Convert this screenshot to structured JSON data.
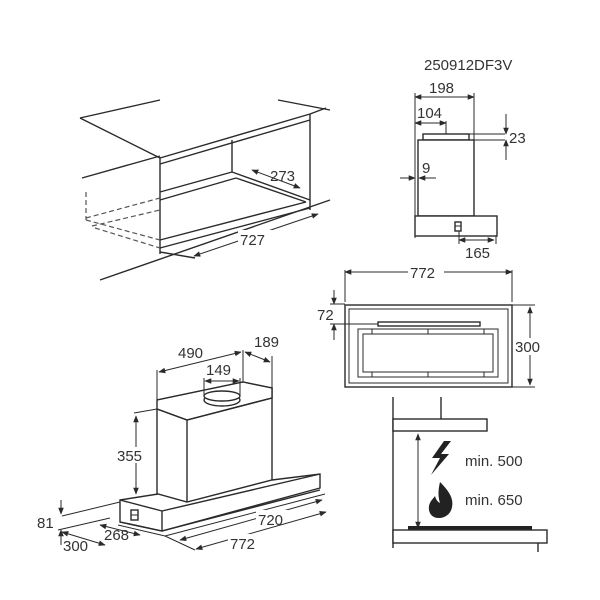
{
  "diagram": {
    "model_code": "250912DF3V",
    "cabinet_view": {
      "dimensions": {
        "depth": "273",
        "width": "727"
      }
    },
    "side_view": {
      "dimensions": {
        "total_depth": "198",
        "duct_offset": "104",
        "top_height": "23",
        "wall_gap": "9",
        "front_depth": "165"
      }
    },
    "bottom_view": {
      "dimensions": {
        "width": "772",
        "front_offset": "72",
        "depth": "300"
      }
    },
    "isometric_view": {
      "dimensions": {
        "chimney_width": "490",
        "chimney_depth": "189",
        "duct_diameter": "149",
        "chimney_height": "355",
        "front_height": "81",
        "total_depth": "300",
        "inner_depth": "268",
        "inner_width": "720",
        "total_width": "772"
      }
    },
    "clearance_view": {
      "electric_label": "min. 500",
      "gas_label": "min. 650",
      "icons": [
        "lightning-icon",
        "flame-icon"
      ]
    }
  }
}
